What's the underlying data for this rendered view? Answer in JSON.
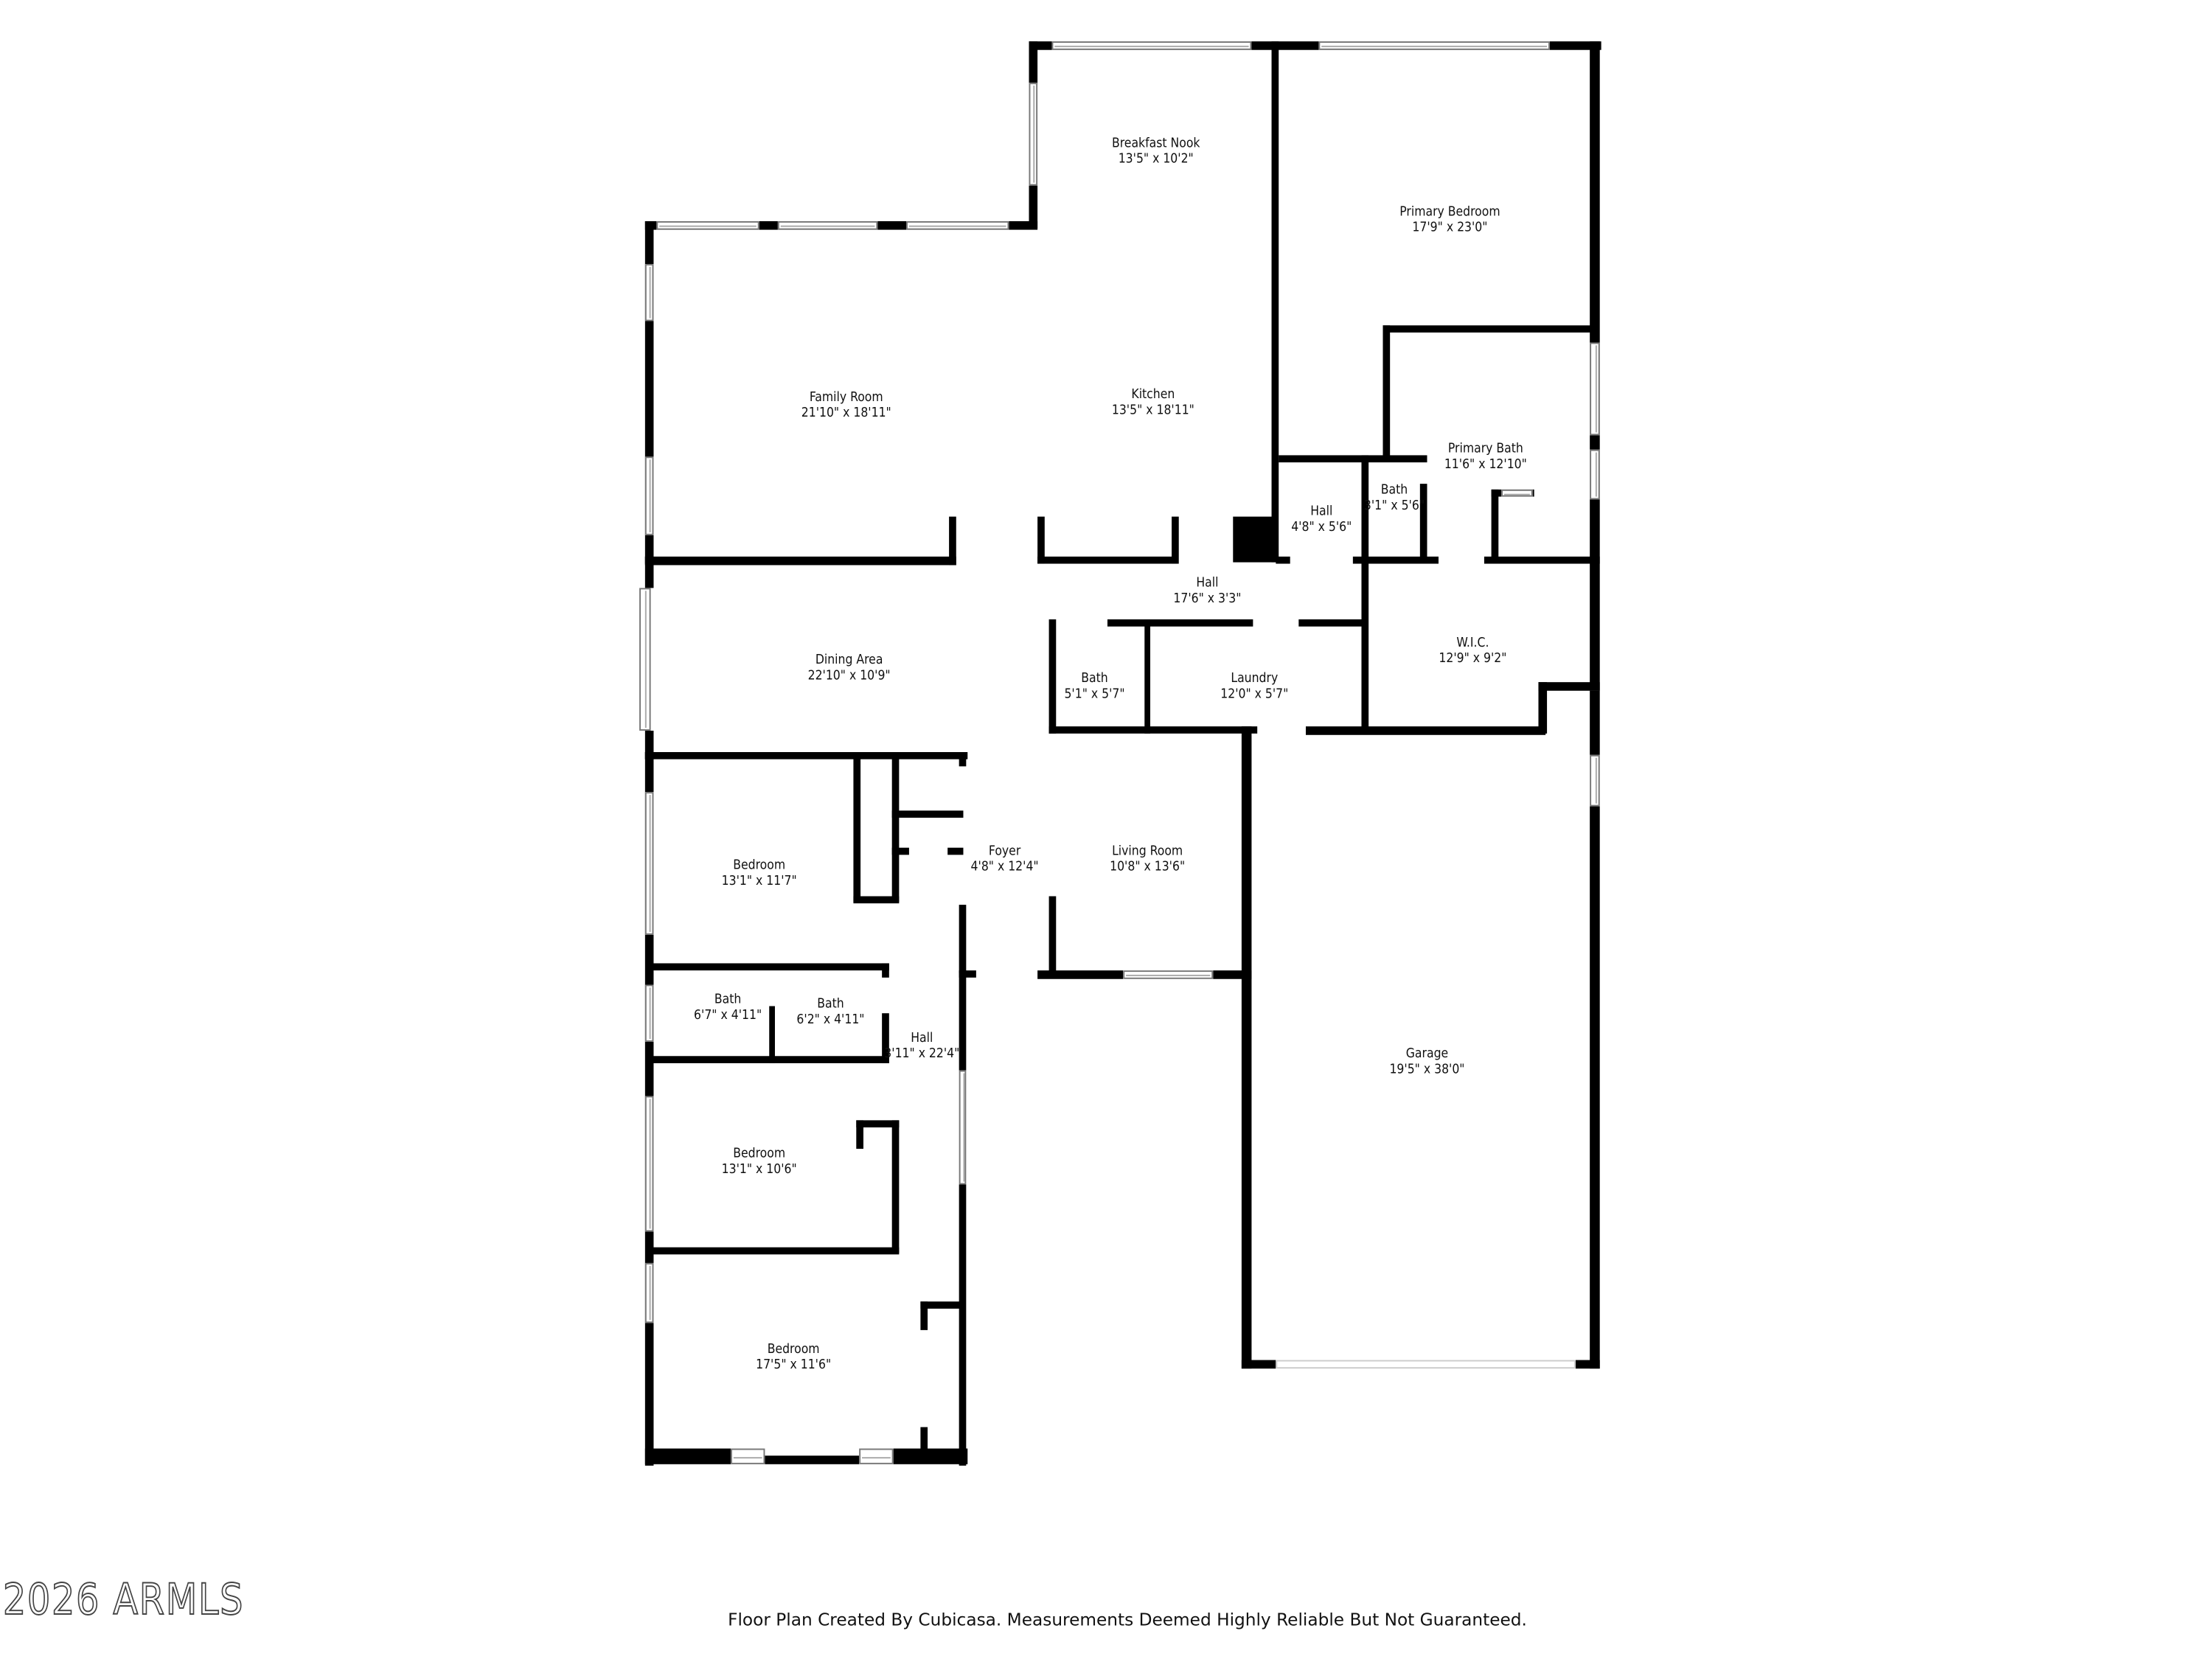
{
  "plan": {
    "rooms": [
      {
        "id": "breakfast-nook",
        "name": "Breakfast Nook",
        "dims": "13'5\" x 10'2\""
      },
      {
        "id": "primary-bedroom",
        "name": "Primary Bedroom",
        "dims": "17'9\" x 23'0\""
      },
      {
        "id": "family-room",
        "name": "Family Room",
        "dims": "21'10\" x 18'11\""
      },
      {
        "id": "kitchen",
        "name": "Kitchen",
        "dims": "13'5\" x 18'11\""
      },
      {
        "id": "primary-bath",
        "name": "Primary Bath",
        "dims": "11'6\" x 12'10\""
      },
      {
        "id": "hall-primary",
        "name": "Hall",
        "dims": "4'8\" x 5'6\""
      },
      {
        "id": "bath-primary-wc",
        "name": "Bath",
        "dims": "3'1\" x 5'6\""
      },
      {
        "id": "hall-main",
        "name": "Hall",
        "dims": "17'6\" x 3'3\""
      },
      {
        "id": "dining-area",
        "name": "Dining Area",
        "dims": "22'10\" x 10'9\""
      },
      {
        "id": "wic",
        "name": "W.I.C.",
        "dims": "12'9\" x 9'2\""
      },
      {
        "id": "bath-hall",
        "name": "Bath",
        "dims": "5'1\" x 5'7\""
      },
      {
        "id": "laundry",
        "name": "Laundry",
        "dims": "12'0\" x 5'7\""
      },
      {
        "id": "bedroom-1",
        "name": "Bedroom",
        "dims": "13'1\" x 11'7\""
      },
      {
        "id": "foyer",
        "name": "Foyer",
        "dims": "4'8\" x 12'4\""
      },
      {
        "id": "living-room",
        "name": "Living Room",
        "dims": "10'8\" x 13'6\""
      },
      {
        "id": "bath-a",
        "name": "Bath",
        "dims": "6'7\" x 4'11\""
      },
      {
        "id": "bath-b",
        "name": "Bath",
        "dims": "6'2\" x 4'11\""
      },
      {
        "id": "hall-bedrooms",
        "name": "Hall",
        "dims": "3'11\" x 22'4\""
      },
      {
        "id": "garage",
        "name": "Garage",
        "dims": "19'5\" x 38'0\""
      },
      {
        "id": "bedroom-2",
        "name": "Bedroom",
        "dims": "13'1\" x 10'6\""
      },
      {
        "id": "bedroom-3",
        "name": "Bedroom",
        "dims": "17'5\" x 11'6\""
      }
    ]
  },
  "watermark": "2026 ARMLS",
  "footer": "Floor Plan Created By Cubicasa. Measurements Deemed Highly Reliable But Not Guaranteed."
}
